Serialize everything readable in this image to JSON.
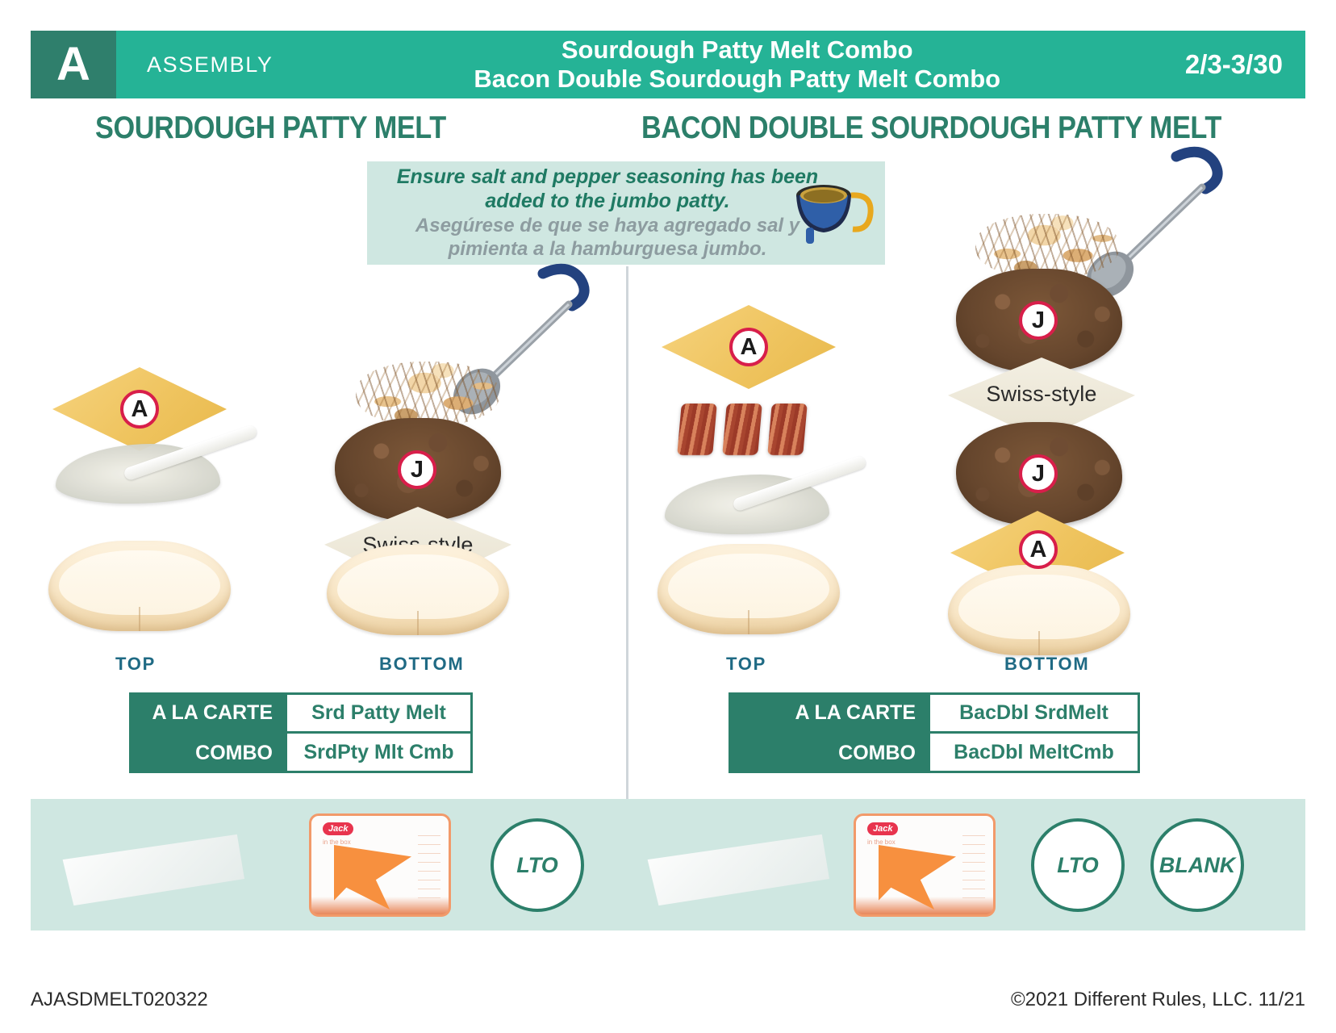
{
  "header": {
    "letter": "A",
    "section_label": "ASSEMBLY",
    "title_line1": "Sourdough Patty Melt Combo",
    "title_line2": "Bacon Double Sourdough Patty Melt Combo",
    "date_range": "2/3-3/30",
    "bar_color": "#25b396",
    "letter_block_color": "#2f7f6c"
  },
  "sections": {
    "left_title": "SOURDOUGH PATTY MELT",
    "right_title": "BACON DOUBLE SOURDOUGH PATTY MELT",
    "title_color": "#2c7f6a"
  },
  "note": {
    "english": "Ensure salt and pepper seasoning has been added to the jumbo patty.",
    "spanish": "Asegúrese de que se haya agregado sal y pimienta a la hamburguesa jumbo.",
    "icon": "ladle-scoop-icon",
    "background": "#cfe7e1",
    "english_color": "#1f7a63",
    "spanish_color": "#8d9ca0"
  },
  "left_build": {
    "top_label": "TOP",
    "bottom_label": "BOTTOM",
    "cheese_badge": "A",
    "patty_badge": "J",
    "swiss_label": "Swiss-style",
    "components": [
      "american-cheese-slice",
      "sauce-dollop",
      "spatula",
      "top-sourdough-bread",
      "grilled-onions",
      "ladle",
      "jumbo-patty",
      "swiss-style-cheese-slice",
      "bottom-sourdough-bread"
    ]
  },
  "right_build": {
    "top_label": "TOP",
    "bottom_label": "BOTTOM",
    "cheese_badge_top": "A",
    "patty_badge_upper": "J",
    "patty_badge_lower": "J",
    "cheese_badge_bottom": "A",
    "swiss_label": "Swiss-style",
    "bacon_strip_count": 3,
    "components": [
      "american-cheese-slice",
      "bacon-strips",
      "sauce-dollop",
      "spatula",
      "top-sourdough-bread",
      "grilled-onions",
      "ladle",
      "jumbo-patty-upper",
      "swiss-style-cheese-slice",
      "jumbo-patty-lower",
      "american-cheese-slice-bottom",
      "bottom-sourdough-bread"
    ]
  },
  "left_table": {
    "rows": [
      {
        "key": "A LA CARTE",
        "value": "Srd Patty Melt"
      },
      {
        "key": "COMBO",
        "value": "SrdPty Mlt Cmb"
      }
    ]
  },
  "right_table": {
    "rows": [
      {
        "key": "A LA CARTE",
        "value": "BacDbl SrdMelt"
      },
      {
        "key": "COMBO",
        "value": "BacDbl MeltCmb"
      }
    ]
  },
  "packaging": {
    "background": "#cfe7e1",
    "left": {
      "wrapper": "paper-wrapper-sheet",
      "box": "clamshell-box",
      "box_brand": "Jack",
      "box_sub": "in the box",
      "stamps": [
        "LTO"
      ]
    },
    "right": {
      "wrapper": "paper-wrapper-sheet",
      "box": "clamshell-box",
      "box_brand": "Jack",
      "box_sub": "in the box",
      "stamps": [
        "LTO",
        "BLANK"
      ]
    }
  },
  "footer": {
    "doc_code": "AJASDMELT020322",
    "copyright": "©2021 Different Rules, LLC. 11/21"
  },
  "colors": {
    "teal_dark": "#2c7f6a",
    "teal_bright": "#25b396",
    "mint": "#cfe7e1",
    "badge_ring": "#d81e4a",
    "label_blue": "#1f6a84"
  }
}
